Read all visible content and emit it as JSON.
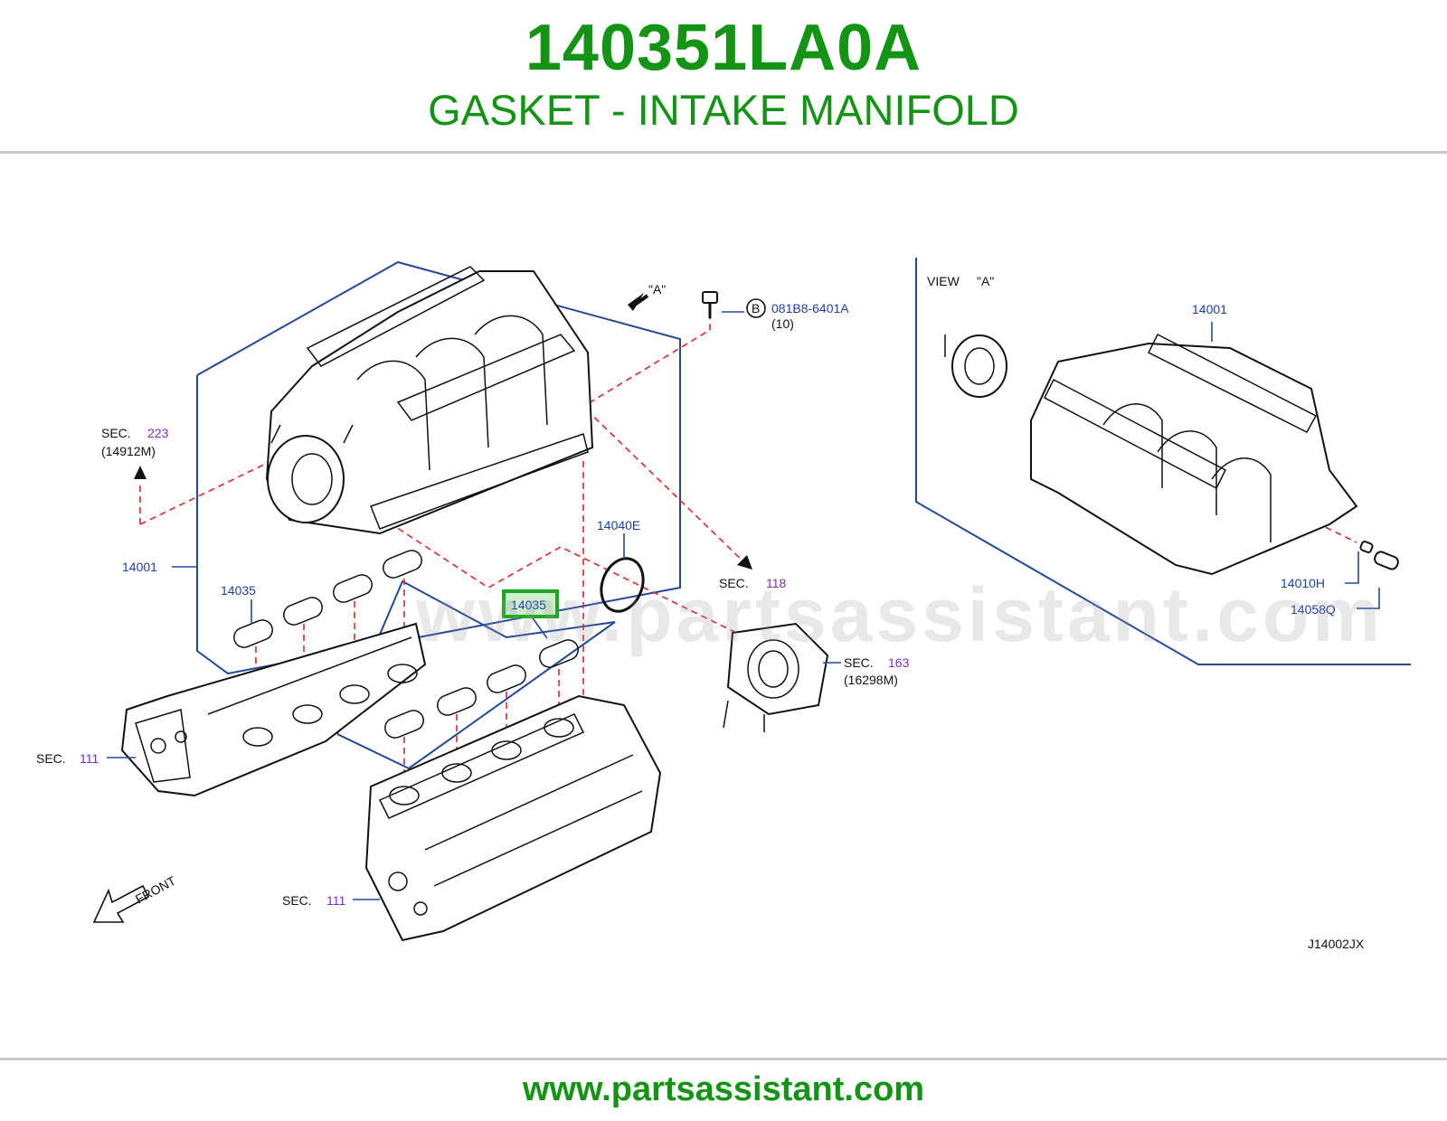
{
  "header": {
    "part_number": "140351LA0A",
    "part_name": "GASKET - INTAKE MANIFOLD"
  },
  "footer": {
    "url": "www.partsassistant.com"
  },
  "watermark": {
    "text": "www.partsassistant.com"
  },
  "colors": {
    "title_green": "#149414",
    "leader_blue": "#23489a",
    "label_blue": "#1d3fa8",
    "section_purple": "#7a2cc4",
    "dash_red": "#e0262b",
    "highlight_green": "#1fa81f"
  },
  "callouts": {
    "sec_label": "SEC.",
    "sec223": "223",
    "sec223_sub": "(14912M)",
    "p14001_left": "14001",
    "p14035_left": "14035",
    "p14035_highlight": "14035",
    "p14040e": "14040E",
    "sec118": "118",
    "view_a_marker": "\"A\"",
    "bolt_circle": "B",
    "bolt_part": "081B8-6401A",
    "bolt_qty": "(10)",
    "sec163": "163",
    "sec163_sub": "(16298M)",
    "sec111_left": "111",
    "sec111_bottom": "111",
    "front": "FRONT",
    "view_a_title": "VIEW",
    "view_a_letter": "\"A\"",
    "p14001_right": "14001",
    "p14010h": "14010H",
    "p14058q": "14058Q",
    "diagram_code": "J14002JX"
  }
}
